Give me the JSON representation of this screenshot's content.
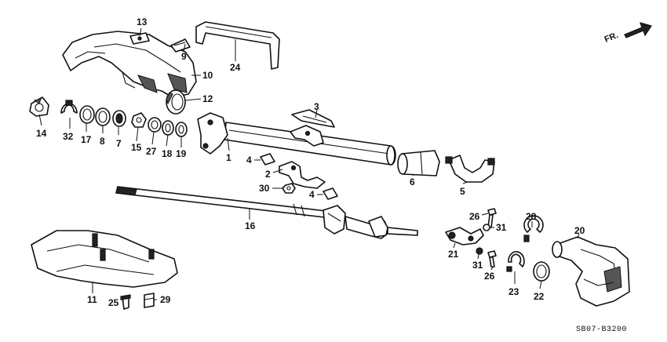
{
  "diagram_code": "SB07-B3200",
  "direction_label": "FR.",
  "callouts": [
    {
      "key": "c13",
      "text": "13"
    },
    {
      "key": "c9",
      "text": "9"
    },
    {
      "key": "c24",
      "text": "24"
    },
    {
      "key": "c10",
      "text": "10"
    },
    {
      "key": "c12",
      "text": "12"
    },
    {
      "key": "c3",
      "text": "3"
    },
    {
      "key": "c14",
      "text": "14"
    },
    {
      "key": "c32",
      "text": "32"
    },
    {
      "key": "c17",
      "text": "17"
    },
    {
      "key": "c8",
      "text": "8"
    },
    {
      "key": "c7",
      "text": "7"
    },
    {
      "key": "c15",
      "text": "15"
    },
    {
      "key": "c27",
      "text": "27"
    },
    {
      "key": "c18",
      "text": "18"
    },
    {
      "key": "c19",
      "text": "19"
    },
    {
      "key": "c1",
      "text": "1"
    },
    {
      "key": "c4a",
      "text": "4"
    },
    {
      "key": "c2",
      "text": "2"
    },
    {
      "key": "c30",
      "text": "30"
    },
    {
      "key": "c4b",
      "text": "4"
    },
    {
      "key": "c6",
      "text": "6"
    },
    {
      "key": "c5",
      "text": "5"
    },
    {
      "key": "c16",
      "text": "16"
    },
    {
      "key": "c28",
      "text": "28"
    },
    {
      "key": "c20",
      "text": "20"
    },
    {
      "key": "c26a",
      "text": "26"
    },
    {
      "key": "c31a",
      "text": "31"
    },
    {
      "key": "c21",
      "text": "21"
    },
    {
      "key": "c31b",
      "text": "31"
    },
    {
      "key": "c26b",
      "text": "26"
    },
    {
      "key": "c23",
      "text": "23"
    },
    {
      "key": "c22",
      "text": "22"
    },
    {
      "key": "c11",
      "text": "11"
    },
    {
      "key": "c25",
      "text": "25"
    },
    {
      "key": "c29",
      "text": "29"
    }
  ]
}
